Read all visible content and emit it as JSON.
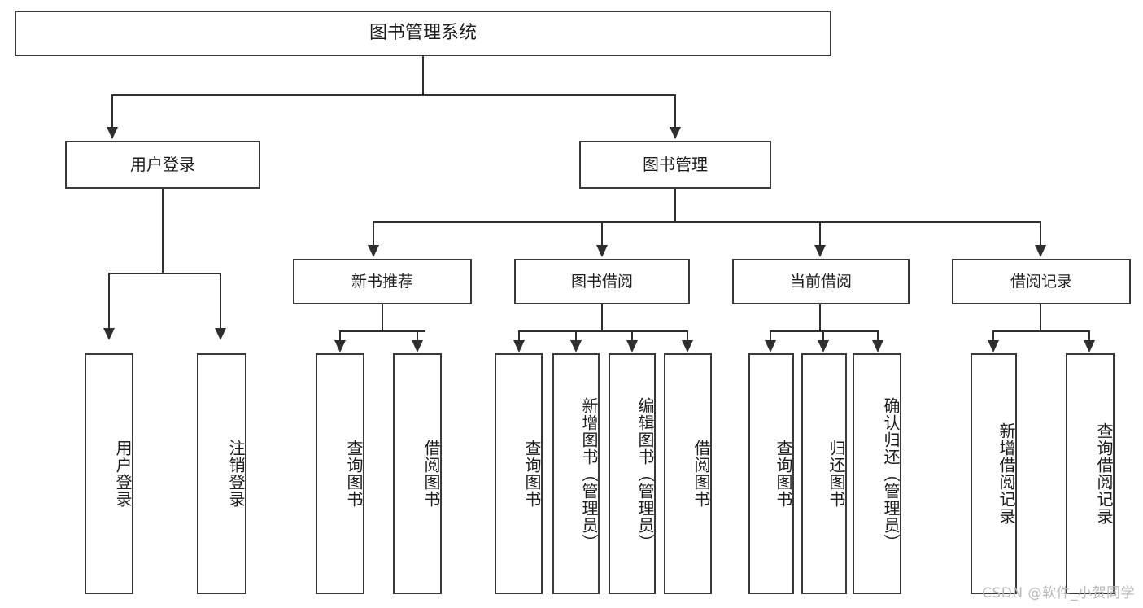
{
  "diagram": {
    "title": "图书管理系统",
    "type": "functional-structure-tree",
    "orientation": "top-down",
    "root": {
      "label": "图书管理系统"
    },
    "level2": [
      {
        "id": "user-login",
        "label": "用户登录"
      },
      {
        "id": "book-management",
        "label": "图书管理"
      }
    ],
    "level3": [
      {
        "id": "new-book-recommend",
        "label": "新书推荐",
        "parent": "book-management"
      },
      {
        "id": "book-borrow",
        "label": "图书借阅",
        "parent": "book-management"
      },
      {
        "id": "current-borrow",
        "label": "当前借阅",
        "parent": "book-management"
      },
      {
        "id": "borrow-record",
        "label": "借阅记录",
        "parent": "book-management"
      }
    ],
    "leaves": [
      {
        "id": "leaf-user-login",
        "label": "用户登录",
        "parent": "user-login"
      },
      {
        "id": "leaf-user-logout",
        "label": "注销登录",
        "parent": "user-login"
      },
      {
        "id": "leaf-query-book-1",
        "label": "查询图书",
        "parent": "new-book-recommend"
      },
      {
        "id": "leaf-borrow-book-1",
        "label": "借阅图书",
        "parent": "new-book-recommend"
      },
      {
        "id": "leaf-query-book-2",
        "label": "查询图书",
        "parent": "book-borrow"
      },
      {
        "id": "leaf-add-book",
        "label": "新增图书（管理员）",
        "parent": "book-borrow"
      },
      {
        "id": "leaf-edit-book",
        "label": "编辑图书（管理员）",
        "parent": "book-borrow"
      },
      {
        "id": "leaf-borrow-book-2",
        "label": "借阅图书",
        "parent": "book-borrow"
      },
      {
        "id": "leaf-query-book-3",
        "label": "查询图书",
        "parent": "current-borrow"
      },
      {
        "id": "leaf-return-book",
        "label": "归还图书",
        "parent": "current-borrow"
      },
      {
        "id": "leaf-confirm-return",
        "label": "确认归还（管理员）",
        "parent": "current-borrow"
      },
      {
        "id": "leaf-add-record",
        "label": "新增借阅记录",
        "parent": "borrow-record"
      },
      {
        "id": "leaf-query-record",
        "label": "查询借阅记录",
        "parent": "borrow-record"
      }
    ],
    "watermark": "CSDN @软件_小贺同学",
    "colors": {
      "box_border": "#3a3a3a",
      "connector": "#2f2f2f",
      "background": "#ffffff",
      "text": "#1d1d1d",
      "watermark": "#b9b9b9"
    }
  }
}
